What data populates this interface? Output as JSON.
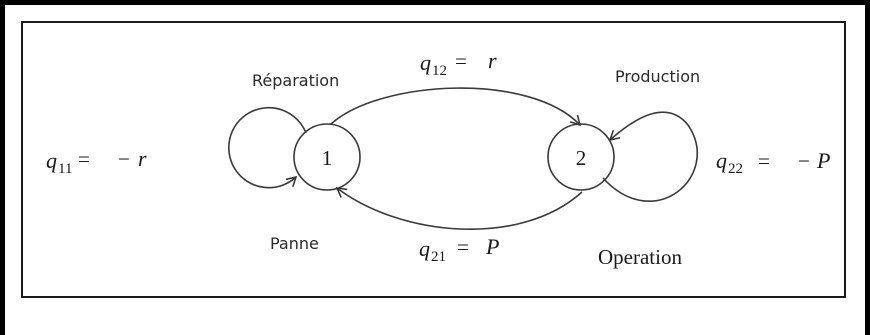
{
  "labels": {
    "repair": "Réparation",
    "production": "Production",
    "failure": "Panne",
    "operation": "Operation"
  },
  "states": {
    "s1": "1",
    "s2": "2"
  },
  "rates": {
    "q11": {
      "symbol": "q",
      "sub": "11",
      "eq": "=",
      "sign": "−",
      "var": "r"
    },
    "q12": {
      "symbol": "q",
      "sub": "12",
      "eq": "=",
      "var": "r"
    },
    "q21": {
      "symbol": "q",
      "sub": "21",
      "eq": "=",
      "var": "P"
    },
    "q22": {
      "symbol": "q",
      "sub": "22",
      "eq": "=",
      "sign": "−",
      "var": "P"
    }
  }
}
